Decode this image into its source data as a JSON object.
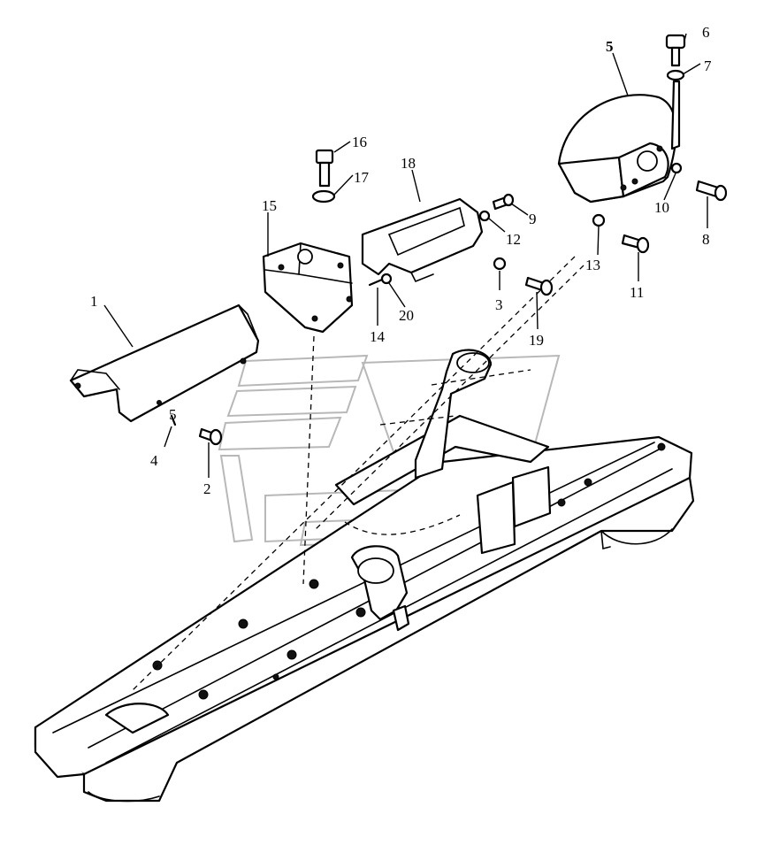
{
  "figure": {
    "type": "exploded-parts-diagram",
    "accent_color": "#000000",
    "background_color": "#ffffff",
    "watermark_color": "#b8b8b8"
  },
  "callouts": [
    {
      "id": "p1",
      "label": "1"
    },
    {
      "id": "p2",
      "label": "2"
    },
    {
      "id": "p3",
      "label": "3"
    },
    {
      "id": "p4",
      "label": "4"
    },
    {
      "id": "p5",
      "label": "5"
    },
    {
      "id": "p5s",
      "label": "5"
    },
    {
      "id": "p6",
      "label": "6"
    },
    {
      "id": "p7",
      "label": "7"
    },
    {
      "id": "p8",
      "label": "8"
    },
    {
      "id": "p9",
      "label": "9"
    },
    {
      "id": "p10",
      "label": "10"
    },
    {
      "id": "p11",
      "label": "11"
    },
    {
      "id": "p12",
      "label": "12"
    },
    {
      "id": "p13",
      "label": "13"
    },
    {
      "id": "p14",
      "label": "14"
    },
    {
      "id": "p15",
      "label": "15"
    },
    {
      "id": "p16",
      "label": "16"
    },
    {
      "id": "p17",
      "label": "17"
    },
    {
      "id": "p18",
      "label": "18"
    },
    {
      "id": "p19",
      "label": "19"
    },
    {
      "id": "p20",
      "label": "20"
    }
  ]
}
